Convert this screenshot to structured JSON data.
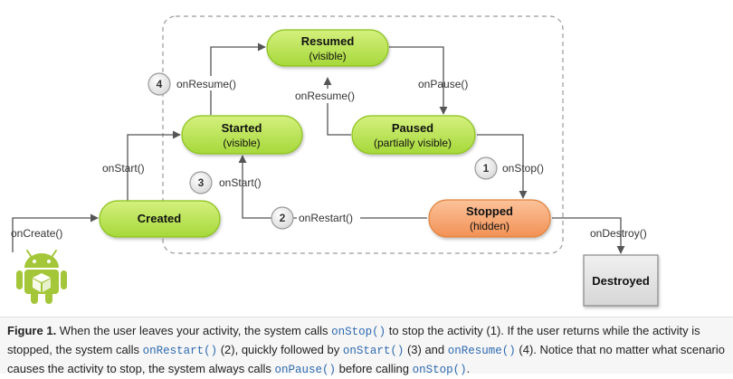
{
  "states": {
    "resumed": {
      "title": "Resumed",
      "subtitle": "(visible)"
    },
    "started": {
      "title": "Started",
      "subtitle": "(visible)"
    },
    "paused": {
      "title": "Paused",
      "subtitle": "(partially visible)"
    },
    "created": {
      "title": "Created"
    },
    "stopped": {
      "title": "Stopped",
      "subtitle": "(hidden)"
    },
    "destroyed": {
      "title": "Destroyed"
    }
  },
  "callbacks": {
    "on_resume_started": "onResume()",
    "on_pause": "onPause()",
    "on_resume_paused": "onResume()",
    "on_start_created": "onStart()",
    "on_stop": "onStop()",
    "on_start_restart": "onStart()",
    "on_restart": "onRestart()",
    "on_create": "onCreate()",
    "on_destroy": "onDestroy()"
  },
  "badges": {
    "b1": "1",
    "b2": "2",
    "b3": "3",
    "b4": "4"
  },
  "colors": {
    "green_fill": "#b5e04a",
    "green_stroke": "#8cc21c",
    "orange_fill": "#f6a56c",
    "orange_stroke": "#e0823c",
    "destroyed_fill": "#dcdcdc",
    "android_green": "#a4c639",
    "code_blue": "#2e6ab0"
  },
  "caption": {
    "label": "Figure 1.",
    "t1": " When the user leaves your activity, the system calls ",
    "c1": "onStop()",
    "t2": " to stop the activity (1). If the user returns while the activity is stopped, the system calls ",
    "c2": "onRestart()",
    "t3": " (2), quickly followed by ",
    "c3": "onStart()",
    "t4": " (3) and ",
    "c4": "onResume()",
    "t5": " (4). Notice that no matter what scenario causes the activity to stop, the system always calls ",
    "c5": "onPause()",
    "t6": " before calling ",
    "c6": "onStop()",
    "t7": "."
  }
}
